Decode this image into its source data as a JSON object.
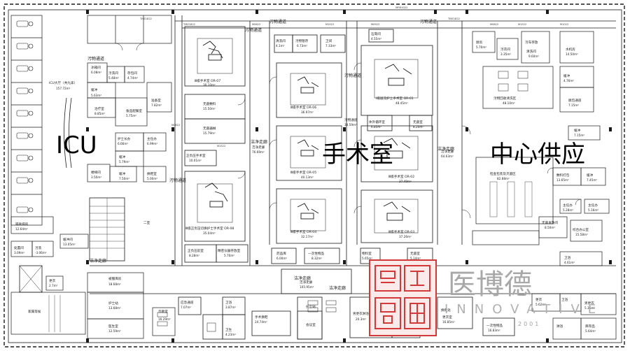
{
  "zones": {
    "icu": "ICU",
    "surgery": "手术室",
    "supply": "中心供应"
  },
  "corridors": {
    "dirty_top_left": "污物通道",
    "dirty_top_mid": "污物通道",
    "dirty_top_right": "污物通道",
    "dirty_left": "污物通道",
    "dirty_mid": "污物通道",
    "dirty_right": "污物通道",
    "clean_main": "洁净走廊",
    "clean_left": "洁净走廊",
    "clean_right": "洁净走廊",
    "clean_lower": "洁净走廊",
    "clean_bottom": "洁净走廊"
  },
  "rooms": {
    "icu_hall": {
      "name": "ICU大厅（共九床）",
      "area": "157.72m²"
    },
    "ice_room": {
      "name": "冰箱间",
      "area": "6.08m²"
    },
    "wash_room": {
      "name": "污洗间",
      "area": "5.48m²"
    },
    "store_l": {
      "name": "存包间",
      "area": "4.74m²"
    },
    "buffer_l1": {
      "name": "缓冲",
      "area": "5.63m²"
    },
    "treat": {
      "name": "治疗室",
      "area": "8.85m²"
    },
    "prep_l": {
      "name": "备品配餐室",
      "area": "5.75m²"
    },
    "prep_l2": {
      "name": "准备室",
      "area": "7.82m²"
    },
    "nurse_sta": {
      "name": "护士长办",
      "area": "6.66m²"
    },
    "doctor_l": {
      "name": "主任办",
      "area": "6.99m²"
    },
    "buffer_l2": {
      "name": "缓冲",
      "area": "5.79m²"
    },
    "stair_room": {
      "name": "楼梯间",
      "area": "3.50m²"
    },
    "buffer_l3": {
      "name": "缓冲",
      "area": "7.50m²"
    },
    "pass_room": {
      "name": "换鞋室",
      "area": "5.00m²"
    },
    "isolation": {
      "name": "隔离病房",
      "area": "12.64m²"
    },
    "iso_buffer": {
      "name": "缓冲间",
      "area": "13.05m²"
    },
    "water_room": {
      "name": "处置间",
      "area": "3.09m²"
    },
    "wc_l": {
      "name": "污洗",
      "area": "-3.06m²"
    },
    "wash_l2": {
      "name": "更衣",
      "area": "2.7m²"
    },
    "family_wait": {
      "name": "家属等候",
      "area": ""
    },
    "second_ward": {
      "name": "二室",
      "area": ""
    },
    "bed_store": {
      "name": "被服库房",
      "area": "18.68m²"
    },
    "nurse_rest": {
      "name": "护士站",
      "area": "13.68m²"
    },
    "doc_room": {
      "name": "医生室",
      "area": "12.59m²"
    },
    "edu_room": {
      "name": "示教室",
      "area": "16.29m²"
    },
    "change_m": {
      "name": "应急通道",
      "area": "7.07m²"
    },
    "wc_m": {
      "name": "卫浴",
      "area": "3.87m²"
    },
    "wc_m2": {
      "name": "卫生",
      "area": "4.23m²"
    },
    "surg_change": {
      "name": "手术换鞋",
      "area": "24.74m²"
    },
    "or7": {
      "name": "Ⅲ级手术室 OR-07",
      "area": "30.10m²"
    },
    "instr": {
      "name": "无菌敷料",
      "area": "15.50m²"
    },
    "sterile": {
      "name": "无菌器械",
      "area": "15.79m²"
    },
    "anesth": {
      "name": "正负压手术室",
      "area": "10.01m²"
    },
    "or8": {
      "name": "Ⅲ级正负压切换护士手术室 OR-08",
      "area": "35.04m²"
    },
    "pos_neg": {
      "name": "正负压前室",
      "area": "8.28m²"
    },
    "recov": {
      "name": "精密仪器存放室",
      "area": "5.70m²"
    },
    "clean_stair": {
      "name": "洁净走廊",
      "area": "76.69m²"
    },
    "wash_top": {
      "name": "清洗间",
      "area": "4.1m²"
    },
    "dirty_wash": {
      "name": "污物暂存",
      "area": "6.73m²"
    },
    "wc_top": {
      "name": "卫间",
      "area": "7.33m²"
    },
    "storage_top": {
      "name": "石膏间",
      "area": "4.55m²"
    },
    "or6": {
      "name": "Ⅲ级手术室 OR-06",
      "area": "36.97m²"
    },
    "or5": {
      "name": "Ⅲ级手术室 OR-05",
      "area": "40.13m²"
    },
    "or4": {
      "name": "Ⅲ级手术室 OR-04",
      "area": "32.17m²"
    },
    "or1": {
      "name": "Ⅰ级层流护士手术室 OR-01",
      "area": "48.45m²"
    },
    "or2": {
      "name": "Ⅲ级手术室 OR-02",
      "area": "37.49m²"
    },
    "or3": {
      "name": "Ⅲ级手术室 OR-03",
      "area": "37.26m²"
    },
    "outside_sc": {
      "name": "体外循环室",
      "area": "6.85m²"
    },
    "sterile2": {
      "name": "无菌室",
      "area": "8.20m²"
    },
    "dirty_cor2": {
      "name": "污物通道",
      "area": "38.59m²"
    },
    "pharma": {
      "name": "药品库",
      "area": "6.00m²"
    },
    "disp_store": {
      "name": "一次性物品",
      "area": "8.32m²"
    },
    "sterile_cor": {
      "name": "洁净走廊",
      "area": "105.95m²"
    },
    "stock": {
      "name": "物料室",
      "area": "5.65m²"
    },
    "inst_stor": {
      "name": "无菌室",
      "area": "5.14m²"
    },
    "nurse_s": {
      "name": "护士站",
      "area": ""
    },
    "meeting": {
      "name": "会议室",
      "area": ""
    },
    "dress_m": {
      "name": "男更衣淋浴间",
      "area": "20.3m²"
    },
    "dress_f": {
      "name": "女更衣淋浴间",
      "area": ""
    },
    "shoes": {
      "name": "换鞋处",
      "area": ""
    },
    "rest_room": {
      "name": "更衣室",
      "area": "16.85m²"
    },
    "clean_cor_r": {
      "name": "洁净走廊",
      "area": "64.63m²"
    },
    "kitchen": {
      "name": "厨房",
      "area": "5.70m²"
    },
    "dirty_r": {
      "name": "污衣间",
      "area": "3.35m²"
    },
    "wash_r": {
      "name": "清洗间",
      "area": "9.60m²"
    },
    "dirty_store": {
      "name": "污车存放",
      "area": ""
    },
    "recv": {
      "name": "污物回收清洗区",
      "area": "48.10m²"
    },
    "water_r": {
      "name": "水机房",
      "area": "14.50m²"
    },
    "buffer_r1": {
      "name": "缓冲",
      "area": "4.76m²"
    },
    "dry_r": {
      "name": "脱包通道",
      "area": "7.15m²"
    },
    "buffer_r2": {
      "name": "缓冲",
      "area": "7.15m²"
    },
    "pack": {
      "name": "检查包装及灭菌区",
      "area": "82.88m²"
    },
    "sterile_st": {
      "name": "敷料打包",
      "area": "13.65m²"
    },
    "buffer_r3": {
      "name": "缓冲",
      "area": "7.45m²"
    },
    "dept": {
      "name": "主任办",
      "area": "5.28m²"
    },
    "disp_r": {
      "name": "主任办",
      "area": "5.16m²"
    },
    "issue": {
      "name": "无菌发放间",
      "area": "8.50m²"
    },
    "office_r": {
      "name": "综合办公室",
      "area": "15.58m²"
    },
    "toilet_r": {
      "name": "卫浴",
      "area": "4.61m²"
    },
    "change_r": {
      "name": "更衣",
      "area": "5.62m²"
    },
    "male_r": {
      "name": "男更衣",
      "area": "5.36m²"
    },
    "sterile_out": {
      "name": "一次性物品",
      "area": "16.83m²"
    },
    "stor_r": {
      "name": "库存品",
      "area": "5.64m²"
    },
    "bath_r": {
      "name": "淋浴",
      "area": ""
    },
    "wc_r": {
      "name": "卫浴",
      "area": ""
    }
  },
  "axis_labels": [
    "TMZ1822",
    "TMZ1822",
    "M0822",
    "M1522",
    "M0922",
    "MFM1022",
    "M0822",
    "M1522",
    "TMZ1822",
    "M1022",
    "M1522",
    "M0822"
  ],
  "logo": {
    "chinese": "医博德",
    "english": "INNOVATIVE",
    "year": "2001"
  },
  "colors": {
    "line": "#1a1a1a",
    "logo_red": "#d23a3a",
    "logo_gray": "#a8a8a8"
  }
}
